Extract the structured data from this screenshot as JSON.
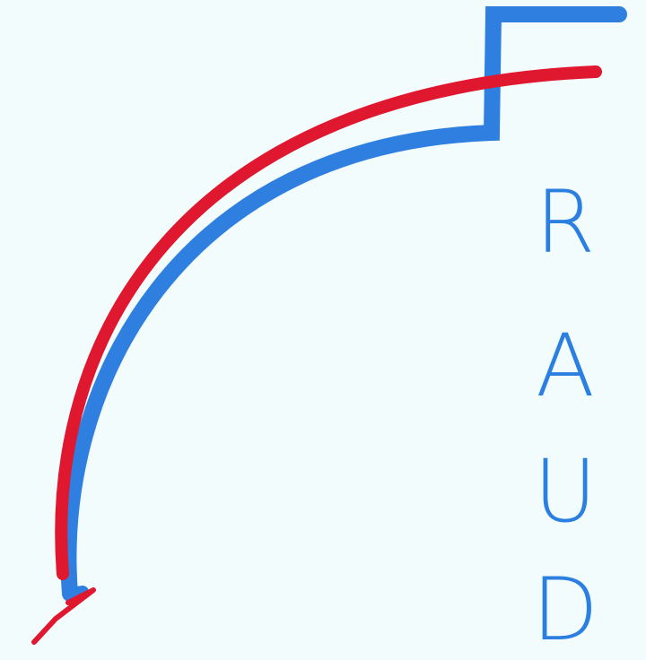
{
  "artwork": {
    "letters": [
      "R",
      "A",
      "U",
      "D"
    ],
    "colors": {
      "background": "#f2fcfd",
      "blue_stroke": "#2f7fe0",
      "red_stroke": "#e0182f",
      "letter_color": "#2a7fe0"
    }
  }
}
